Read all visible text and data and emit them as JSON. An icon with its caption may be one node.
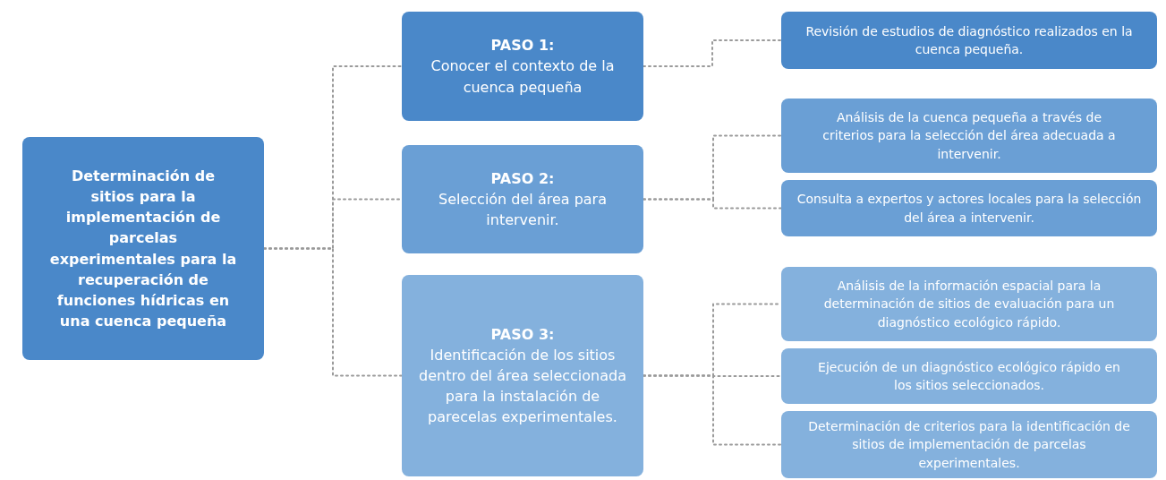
{
  "diagram": {
    "nodes": [
      {
        "text": [
          "Determinación de sitios para la implementación de parcelas experimentales para la recuperación de funciones hídricas en una cuenca pequeña"
        ]
      },
      {
        "text": [
          "PASO 1:",
          "Conocer el contexto de la cuenca pequeña"
        ]
      },
      {
        "text": [
          "PASO 2:",
          "Selección del área para intervenir."
        ]
      },
      {
        "text": [
          "PASO 3:",
          "Identificación de los sitios dentro del área seleccionada para la instalación de parecelas experimentales."
        ]
      },
      {
        "text": [
          "Revisión de estudios de diagnóstico realizados en la cuenca pequeña."
        ]
      },
      {
        "text": [
          "Análisis de la cuenca pequeña a través de criterios para la selección del área adecuada a intervenir."
        ]
      },
      {
        "text": [
          "Consulta a expertos y actores locales para la selección del área a intervenir."
        ]
      },
      {
        "text": [
          "Análisis de la información espacial para la determinación de sitios de evaluación para un diagnóstico ecológico rápido."
        ]
      },
      {
        "text": [
          "Ejecución de un diagnóstico ecológico rápido en los sitios seleccionados."
        ]
      },
      {
        "text": [
          "Determinación de criterios para la identificación de sitios de implementación de parcelas experimentales."
        ]
      }
    ],
    "edges": [
      {
        "from": 0,
        "to": 1,
        "arrow": "none",
        "style": "dashed"
      },
      {
        "from": 0,
        "to": 2,
        "arrow": "none",
        "style": "dashed"
      },
      {
        "from": 0,
        "to": 3,
        "arrow": "none",
        "style": "dashed"
      },
      {
        "from": 1,
        "to": 4,
        "arrow": "none",
        "style": "dashed"
      },
      {
        "from": 2,
        "to": 5,
        "arrow": "none",
        "style": "dashed"
      },
      {
        "from": 2,
        "to": 6,
        "arrow": "none",
        "style": "dashed"
      },
      {
        "from": 3,
        "to": 7,
        "arrow": "none",
        "style": "dashed"
      },
      {
        "from": 3,
        "to": 8,
        "arrow": "none",
        "style": "dashed"
      },
      {
        "from": 3,
        "to": 9,
        "arrow": "none",
        "style": "dashed"
      }
    ]
  }
}
